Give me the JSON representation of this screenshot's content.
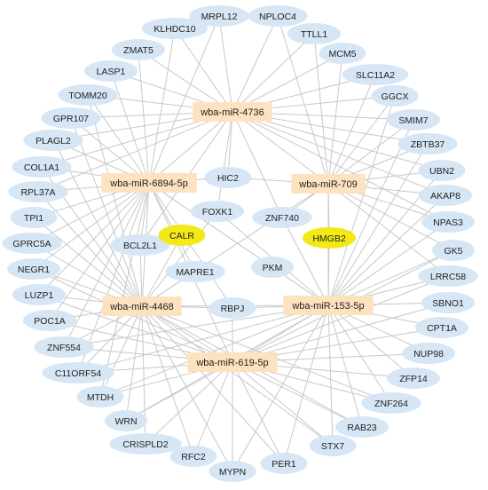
{
  "mirnas": [
    {
      "id": "m4736",
      "label": "wba-miR-4736"
    },
    {
      "id": "m6894",
      "label": "wba-miR-6894-5p"
    },
    {
      "id": "m709",
      "label": "wba-miR-709"
    },
    {
      "id": "m4468",
      "label": "wba-miR-4468"
    },
    {
      "id": "m153",
      "label": "wba-miR-153-5p"
    },
    {
      "id": "m619",
      "label": "wba-miR-619-5p"
    }
  ],
  "genes": [
    {
      "id": "MRPL12",
      "label": "MRPL12"
    },
    {
      "id": "NPLOC4",
      "label": "NPLOC4"
    },
    {
      "id": "KLHDC10",
      "label": "KLHDC10"
    },
    {
      "id": "TTLL1",
      "label": "TTLL1"
    },
    {
      "id": "ZMAT5",
      "label": "ZMAT5"
    },
    {
      "id": "MCM5",
      "label": "MCM5"
    },
    {
      "id": "LASP1",
      "label": "LASP1"
    },
    {
      "id": "SLC11A2",
      "label": "SLC11A2"
    },
    {
      "id": "TOMM20",
      "label": "TOMM20"
    },
    {
      "id": "GGCX",
      "label": "GGCX"
    },
    {
      "id": "GPR107",
      "label": "GPR107"
    },
    {
      "id": "SMIM7",
      "label": "SMIM7"
    },
    {
      "id": "PLAGL2",
      "label": "PLAGL2"
    },
    {
      "id": "ZBTB37",
      "label": "ZBTB37"
    },
    {
      "id": "COL1A1",
      "label": "COL1A1"
    },
    {
      "id": "UBN2",
      "label": "UBN2"
    },
    {
      "id": "HIC2",
      "label": "HIC2"
    },
    {
      "id": "RPL37A",
      "label": "RPL37A"
    },
    {
      "id": "AKAP8",
      "label": "AKAP8"
    },
    {
      "id": "FOXK1",
      "label": "FOXK1"
    },
    {
      "id": "ZNF740",
      "label": "ZNF740"
    },
    {
      "id": "TPI1",
      "label": "TPI1"
    },
    {
      "id": "NPAS3",
      "label": "NPAS3"
    },
    {
      "id": "GPRC5A",
      "label": "GPRC5A"
    },
    {
      "id": "BCL2L1",
      "label": "BCL2L1"
    },
    {
      "id": "GK5",
      "label": "GK5"
    },
    {
      "id": "NEGR1",
      "label": "NEGR1"
    },
    {
      "id": "MAPRE1",
      "label": "MAPRE1"
    },
    {
      "id": "PKM",
      "label": "PKM"
    },
    {
      "id": "LRRC58",
      "label": "LRRC58"
    },
    {
      "id": "LUZP1",
      "label": "LUZP1"
    },
    {
      "id": "SBNO1",
      "label": "SBNO1"
    },
    {
      "id": "RBPJ",
      "label": "RBPJ"
    },
    {
      "id": "POC1A",
      "label": "POC1A"
    },
    {
      "id": "CPT1A",
      "label": "CPT1A"
    },
    {
      "id": "ZNF554",
      "label": "ZNF554"
    },
    {
      "id": "NUP98",
      "label": "NUP98"
    },
    {
      "id": "C11ORF54",
      "label": "C11ORF54"
    },
    {
      "id": "ZFP14",
      "label": "ZFP14"
    },
    {
      "id": "MTDH",
      "label": "MTDH"
    },
    {
      "id": "ZNF264",
      "label": "ZNF264"
    },
    {
      "id": "WRN",
      "label": "WRN"
    },
    {
      "id": "RAB23",
      "label": "RAB23"
    },
    {
      "id": "CRISPLD2",
      "label": "CRISPLD2"
    },
    {
      "id": "STX7",
      "label": "STX7"
    },
    {
      "id": "RFC2",
      "label": "RFC2"
    },
    {
      "id": "PER1",
      "label": "PER1"
    },
    {
      "id": "MYPN",
      "label": "MYPN"
    }
  ],
  "highlighted": [
    {
      "id": "CALR",
      "label": "CALR"
    },
    {
      "id": "HMGB2",
      "label": "HMGB2"
    }
  ],
  "edges": [
    [
      "m4736",
      "KLHDC10"
    ],
    [
      "m4736",
      "MRPL12"
    ],
    [
      "m4736",
      "NPLOC4"
    ],
    [
      "m4736",
      "TTLL1"
    ],
    [
      "m4736",
      "MCM5"
    ],
    [
      "m4736",
      "ZMAT5"
    ],
    [
      "m4736",
      "LASP1"
    ],
    [
      "m4736",
      "SLC11A2"
    ],
    [
      "m4736",
      "TOMM20"
    ],
    [
      "m4736",
      "GGCX"
    ],
    [
      "m4736",
      "GPR107"
    ],
    [
      "m4736",
      "SMIM7"
    ],
    [
      "m4736",
      "PLAGL2"
    ],
    [
      "m4736",
      "ZBTB37"
    ],
    [
      "m4736",
      "HIC2"
    ],
    [
      "m4736",
      "m6894"
    ],
    [
      "m4736",
      "m709"
    ],
    [
      "m4736",
      "COL1A1"
    ],
    [
      "m4736",
      "RPL37A"
    ],
    [
      "m4736",
      "UBN2"
    ],
    [
      "m4736",
      "AKAP8"
    ],
    [
      "m4736",
      "FOXK1"
    ],
    [
      "m4736",
      "BCL2L1"
    ],
    [
      "m4736",
      "ZNF740"
    ],
    [
      "m4736",
      "NPAS3"
    ],
    [
      "m6894",
      "KLHDC10"
    ],
    [
      "m6894",
      "MRPL12"
    ],
    [
      "m6894",
      "ZMAT5"
    ],
    [
      "m6894",
      "LASP1"
    ],
    [
      "m6894",
      "TOMM20"
    ],
    [
      "m6894",
      "GPR107"
    ],
    [
      "m6894",
      "PLAGL2"
    ],
    [
      "m6894",
      "COL1A1"
    ],
    [
      "m6894",
      "RPL37A"
    ],
    [
      "m6894",
      "TPI1"
    ],
    [
      "m6894",
      "GPRC5A"
    ],
    [
      "m6894",
      "NEGR1"
    ],
    [
      "m6894",
      "LUZP1"
    ],
    [
      "m6894",
      "POC1A"
    ],
    [
      "m6894",
      "ZNF554"
    ],
    [
      "m6894",
      "C11ORF54"
    ],
    [
      "m6894",
      "MTDH"
    ],
    [
      "m6894",
      "HIC2"
    ],
    [
      "m6894",
      "BCL2L1"
    ],
    [
      "m6894",
      "PKM"
    ],
    [
      "m6894",
      "MAPRE1"
    ],
    [
      "m6894",
      "m4468"
    ],
    [
      "m6894",
      "m619"
    ],
    [
      "m6894",
      "m153"
    ],
    [
      "m6894",
      "RBPJ"
    ],
    [
      "m709",
      "NPLOC4"
    ],
    [
      "m709",
      "TTLL1"
    ],
    [
      "m709",
      "MCM5"
    ],
    [
      "m709",
      "SLC11A2"
    ],
    [
      "m709",
      "GGCX"
    ],
    [
      "m709",
      "SMIM7"
    ],
    [
      "m709",
      "ZBTB37"
    ],
    [
      "m709",
      "UBN2"
    ],
    [
      "m709",
      "AKAP8"
    ],
    [
      "m709",
      "NPAS3"
    ],
    [
      "m709",
      "GK5"
    ],
    [
      "m709",
      "HIC2"
    ],
    [
      "m709",
      "ZNF740"
    ],
    [
      "m709",
      "HMGB2"
    ],
    [
      "m709",
      "m153"
    ],
    [
      "m709",
      "m4468"
    ],
    [
      "m709",
      "LRRC58"
    ],
    [
      "m709",
      "ZNF740"
    ],
    [
      "m4468",
      "CALR"
    ],
    [
      "m4468",
      "BCL2L1"
    ],
    [
      "m4468",
      "MAPRE1"
    ],
    [
      "m4468",
      "RBPJ"
    ],
    [
      "m4468",
      "PLAGL2"
    ],
    [
      "m4468",
      "COL1A1"
    ],
    [
      "m4468",
      "RPL37A"
    ],
    [
      "m4468",
      "TPI1"
    ],
    [
      "m4468",
      "GPRC5A"
    ],
    [
      "m4468",
      "NEGR1"
    ],
    [
      "m4468",
      "LUZP1"
    ],
    [
      "m4468",
      "POC1A"
    ],
    [
      "m4468",
      "ZNF554"
    ],
    [
      "m4468",
      "C11ORF54"
    ],
    [
      "m4468",
      "MTDH"
    ],
    [
      "m4468",
      "WRN"
    ],
    [
      "m4468",
      "CRISPLD2"
    ],
    [
      "m4468",
      "RFC2"
    ],
    [
      "m4468",
      "MYPN"
    ],
    [
      "m4468",
      "PER1"
    ],
    [
      "m4468",
      "STX7"
    ],
    [
      "m4468",
      "RAB23"
    ],
    [
      "m4468",
      "ZNF264"
    ],
    [
      "m4468",
      "m619"
    ],
    [
      "m4468",
      "m153"
    ],
    [
      "m4468",
      "FOXK1"
    ],
    [
      "m4468",
      "GPR107"
    ],
    [
      "m4468",
      "TOMM20"
    ],
    [
      "m153",
      "HMGB2"
    ],
    [
      "m153",
      "PKM"
    ],
    [
      "m153",
      "ZNF740"
    ],
    [
      "m153",
      "FOXK1"
    ],
    [
      "m153",
      "RBPJ"
    ],
    [
      "m153",
      "GK5"
    ],
    [
      "m153",
      "LRRC58"
    ],
    [
      "m153",
      "NPAS3"
    ],
    [
      "m153",
      "AKAP8"
    ],
    [
      "m153",
      "UBN2"
    ],
    [
      "m153",
      "ZBTB37"
    ],
    [
      "m153",
      "SMIM7"
    ],
    [
      "m153",
      "GGCX"
    ],
    [
      "m153",
      "SBNO1"
    ],
    [
      "m153",
      "CPT1A"
    ],
    [
      "m153",
      "NUP98"
    ],
    [
      "m153",
      "ZFP14"
    ],
    [
      "m153",
      "ZNF264"
    ],
    [
      "m153",
      "RAB23"
    ],
    [
      "m153",
      "STX7"
    ],
    [
      "m153",
      "PER1"
    ],
    [
      "m153",
      "MYPN"
    ],
    [
      "m153",
      "m619"
    ],
    [
      "m153",
      "MTDH"
    ],
    [
      "m153",
      "ZNF554"
    ],
    [
      "m153",
      "C11ORF54"
    ],
    [
      "m153",
      "WRN"
    ],
    [
      "m619",
      "RBPJ"
    ],
    [
      "m619",
      "WRN"
    ],
    [
      "m619",
      "CRISPLD2"
    ],
    [
      "m619",
      "RFC2"
    ],
    [
      "m619",
      "MYPN"
    ],
    [
      "m619",
      "PER1"
    ],
    [
      "m619",
      "STX7"
    ],
    [
      "m619",
      "RAB23"
    ],
    [
      "m619",
      "ZNF264"
    ],
    [
      "m619",
      "ZFP14"
    ],
    [
      "m619",
      "NUP98"
    ],
    [
      "m619",
      "CPT1A"
    ],
    [
      "m619",
      "SBNO1"
    ],
    [
      "m619",
      "LRRC58"
    ],
    [
      "m619",
      "GK5"
    ],
    [
      "m619",
      "ZNF554"
    ],
    [
      "m619",
      "C11ORF54"
    ],
    [
      "m619",
      "MTDH"
    ],
    [
      "m619",
      "POC1A"
    ],
    [
      "m619",
      "LUZP1"
    ],
    [
      "m619",
      "NEGR1"
    ]
  ],
  "colors": {
    "gene_fill": "#d6e6f5",
    "mirna_fill": "#fde2c0",
    "highlight_fill": "#f2e916",
    "edge": "#c8c8c8",
    "background": "#ffffff"
  }
}
